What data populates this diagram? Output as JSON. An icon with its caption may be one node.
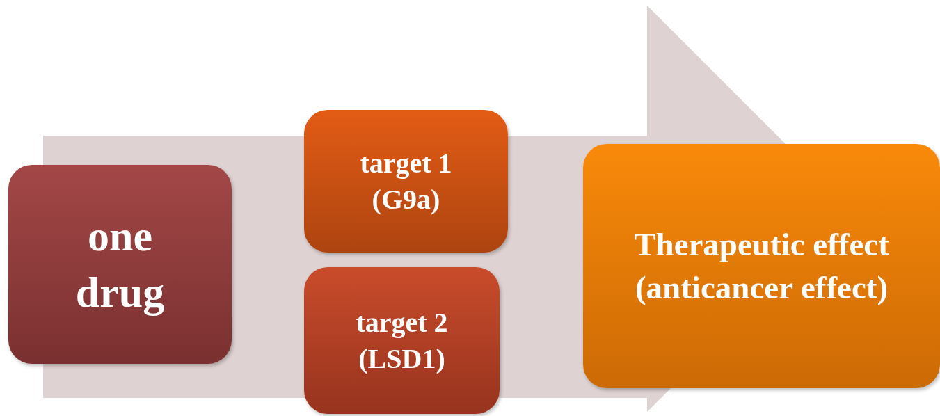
{
  "diagram": {
    "nodes": [
      {
        "text": [
          "one drug"
        ]
      },
      {
        "text": [
          "target 1 (G9a)"
        ]
      },
      {
        "text": [
          "target 2 (LSD1)"
        ]
      },
      {
        "text": [
          "Therapeutic effect (anticancer effect)"
        ]
      }
    ],
    "edges": [
      {
        "from": 0,
        "to": 3,
        "arrow": "to"
      }
    ]
  }
}
